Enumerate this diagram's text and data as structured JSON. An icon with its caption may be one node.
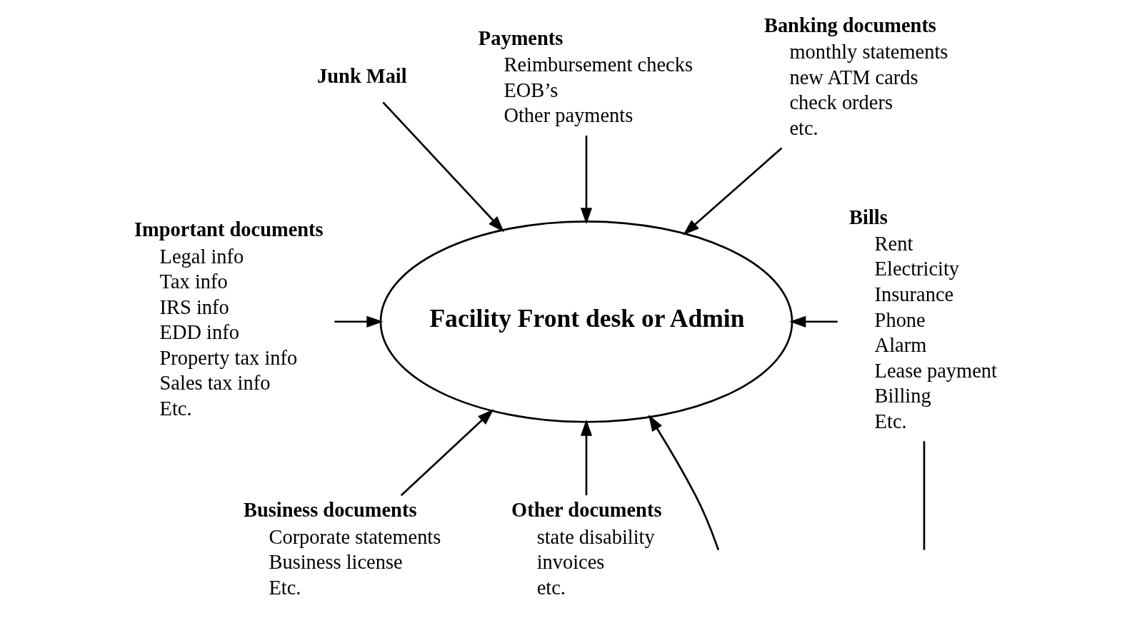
{
  "diagram": {
    "nodes": [
      {
        "text": [
          "Facility Front desk or Admin"
        ]
      },
      {
        "text": [
          "Junk Mail"
        ]
      },
      {
        "text": [
          "Payments",
          "Reimbursement checks",
          "EOB’s",
          "Other payments"
        ]
      },
      {
        "text": [
          "Banking documents",
          "monthly statements",
          "new ATM cards",
          "check orders",
          "etc."
        ]
      },
      {
        "text": [
          "Important documents",
          "Legal info",
          "Tax info",
          "IRS info",
          "EDD info",
          "Property tax info",
          "Sales tax info",
          "Etc."
        ]
      },
      {
        "text": [
          "Bills",
          "Rent",
          "Electricity",
          "Insurance",
          "Phone",
          "Alarm",
          "Lease payment",
          "Billing",
          "Etc."
        ]
      },
      {
        "text": [
          "Business documents",
          "Corporate statements",
          "Business license",
          "Etc."
        ]
      },
      {
        "text": [
          "Other documents",
          "state disability",
          "invoices",
          "etc."
        ]
      }
    ],
    "edges": [
      {
        "from": 1,
        "to": 0,
        "arrow": "to"
      },
      {
        "from": 3,
        "to": 0,
        "arrow": "to"
      },
      {
        "from": 2,
        "to": 0,
        "arrow": "to"
      },
      {
        "from": 5,
        "to": 0,
        "arrow": "to"
      },
      {
        "from": 4,
        "to": 0,
        "arrow": "to"
      },
      {
        "from": 6,
        "to": 0,
        "arrow": "to"
      },
      {
        "from": 7,
        "to": 0,
        "arrow": "to"
      },
      {
        "from": null,
        "to": 0,
        "arrow": "to"
      },
      {
        "from": 5,
        "to": null,
        "arrow": "none"
      }
    ]
  }
}
